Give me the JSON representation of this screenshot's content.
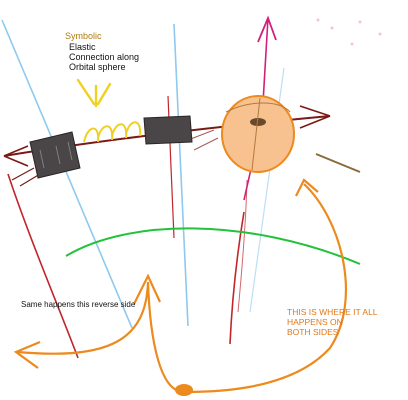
{
  "labels": {
    "symbolic": "Symbolic",
    "line1": "Elastic",
    "line2": "Connection  along",
    "line3": "Orbital sphere",
    "reverse_side": "Same happens this reverse side",
    "where_line1": "THIS IS WHERE IT ALL",
    "where_line2": "HAPPENS ON",
    "where_line3": "BOTH SIDES"
  },
  "colors": {
    "blue_line": "#8ec9ee",
    "red_line": "#c0262a",
    "magenta": "#d0207a",
    "dark_red": "#7a1a14",
    "yellow": "#f0d020",
    "green": "#23c23a",
    "orange": "#ec8a1e",
    "sphere_fill": "#f8c190",
    "sphere_stroke": "#ec8a1e",
    "block_fill": "#4a4647",
    "brown": "#8a6a3a"
  }
}
